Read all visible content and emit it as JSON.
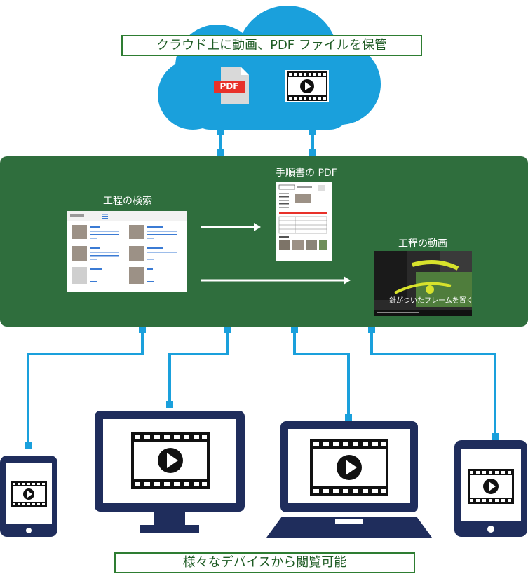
{
  "top_label": "クラウド上に動画、PDF ファイルを保管",
  "bottom_label": "様々なデバイスから閲覧可能",
  "cloud": {
    "pdf_badge": "PDF",
    "color": "#1aa0dc"
  },
  "panel": {
    "color": "#2f6e3d",
    "search_title": "工程の検索",
    "pdf_title": "手順書の PDF",
    "video_title": "工程の動画",
    "video_caption": "針がついたフレームを置く"
  },
  "connector_color": "#1aa0dc",
  "device_color": "#1f2d5c"
}
